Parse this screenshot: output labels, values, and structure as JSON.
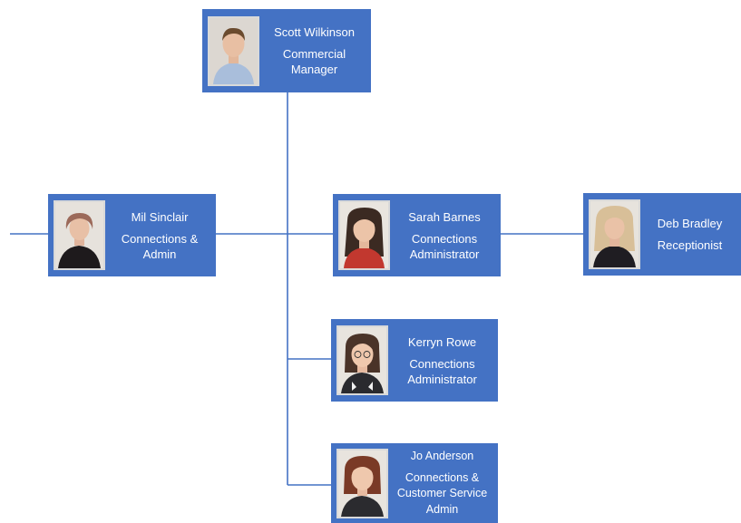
{
  "colors": {
    "card_background": "#4472c4",
    "card_text": "#ffffff",
    "connector_line": "#4472c4"
  },
  "chart": {
    "manager": {
      "name": "Scott Wilkinson",
      "title_lines": [
        "Commercial",
        "Manager"
      ],
      "photo_icon": "man-portrait-icon"
    },
    "staff": [
      {
        "name": "Mil Sinclair",
        "title_lines": [
          "Connections &",
          "Admin"
        ],
        "photo_icon": "woman-portrait-icon"
      },
      {
        "name": "Sarah Barnes",
        "title_lines": [
          "Connections",
          "Administrator"
        ],
        "photo_icon": "woman-portrait-icon"
      },
      {
        "name": "Deb Bradley",
        "title_lines": [
          "Receptionist"
        ],
        "photo_icon": "woman-portrait-icon"
      },
      {
        "name": "Kerryn Rowe",
        "title_lines": [
          "Connections",
          "Administrator"
        ],
        "photo_icon": "woman-portrait-icon"
      },
      {
        "name": "Jo Anderson",
        "title_lines": [
          "Connections &",
          "Customer Service",
          "Admin"
        ],
        "photo_icon": "woman-portrait-icon"
      }
    ]
  }
}
